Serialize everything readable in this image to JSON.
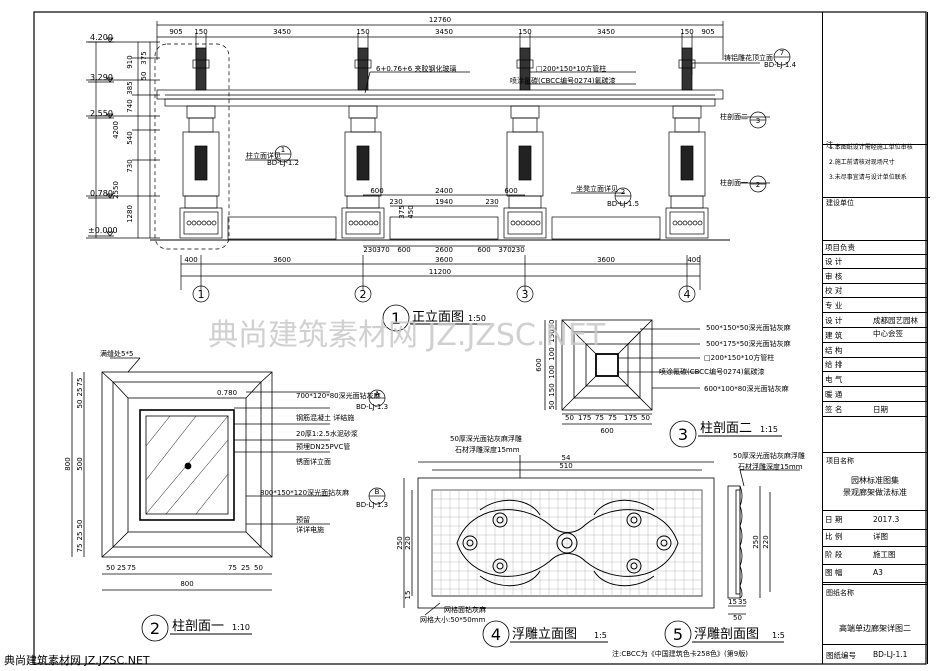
{
  "dimensions": {
    "top_total": "12760",
    "top_segments": [
      "905",
      "150",
      "3450",
      "150",
      "3450",
      "150",
      "3450",
      "150",
      "905"
    ],
    "bottom_segments": [
      "400",
      "3600",
      "3600",
      "3600",
      "400"
    ],
    "bottom_total": "11200",
    "inner_top": [
      "600",
      "2400",
      "600"
    ],
    "inner_mid": [
      "230",
      "1940",
      "230"
    ],
    "inner_bottom": [
      "230",
      "370",
      "600",
      "2600",
      "600",
      "370",
      "230"
    ],
    "left_heights": [
      "910",
      "385",
      "375",
      "50",
      "740",
      "540",
      "730",
      "1280"
    ],
    "left_total_a": "4200",
    "left_total_b": "2550",
    "left_small": [
      "375",
      "450"
    ]
  },
  "elevations": [
    "4.200",
    "3.290",
    "2.550",
    "0.780",
    "±0.000"
  ],
  "axis_labels": [
    "1",
    "2",
    "3",
    "4"
  ],
  "elevation_notes": {
    "glass": "6+0.76+6 夹胶钢化玻璃",
    "beam": "□200*150*10方管柱",
    "paint": "喷涂氟碳(CBCC编号0274)氟碳漆",
    "carve_top": "铸铝雕花顶立面",
    "section_a": "柱剖面一",
    "section_b": "柱剖面二",
    "col_detail": "柱立面详见",
    "seat_detail": "坐凳立面详见"
  },
  "callouts": {
    "c7": {
      "num": "7",
      "ref": "BD-LJ-1.4"
    },
    "c1": {
      "num": "1",
      "ref": "BD-LJ-1.2"
    },
    "c2": {
      "num": "2",
      "ref": "BD-LJ-1.5"
    },
    "c3": {
      "num": "3"
    },
    "cA": {
      "num": "A",
      "ref": "BD-LJ-1.3"
    },
    "cB": {
      "num": "B",
      "ref": "BD-LJ-1.3"
    }
  },
  "view_titles": {
    "v1": {
      "num": "1",
      "name": "正立面图",
      "scale": "1:50"
    },
    "v2": {
      "num": "2",
      "name": "柱剖面一",
      "scale": "1:10"
    },
    "v3": {
      "num": "3",
      "name": "柱剖面二",
      "scale": "1:15"
    },
    "v4": {
      "num": "4",
      "name": "浮雕立面图",
      "scale": "1:5"
    },
    "v5": {
      "num": "5",
      "name": "浮雕剖面图",
      "scale": "1:5"
    }
  },
  "section1": {
    "width": "800",
    "height": "800",
    "cap": "满缝处5*5",
    "elev": "0.780",
    "bottom_dims": [
      "50",
      "25",
      "75",
      "75",
      "25",
      "50"
    ],
    "left_dims_top": [
      "75",
      "25",
      "50"
    ],
    "left_dims_bottom": [
      "50",
      "25",
      "75"
    ],
    "side_h": "500",
    "notes": [
      "700*120*80深光面钻灰麻",
      "钢筋混凝土 详结施",
      "20厚1:2.5水泥砂浆",
      "预埋DN25PVC管",
      "锈面详立面",
      "800*150*120深光面钻灰麻",
      "预留",
      "详详电施"
    ]
  },
  "section2": {
    "notes": [
      "500*150*50深光面钻灰麻",
      "500*175*50深光面钻灰麻",
      "□200*150*10方管柱",
      "喷涂氟碳(CBCC编号0274)氟碳漆",
      "600*100*80深光面钻灰麻"
    ],
    "left_dims": [
      "600",
      "50",
      "150",
      "100",
      "100",
      "150",
      "50"
    ],
    "bottom_dims": [
      "50",
      "175",
      "75",
      "75",
      "175",
      "50"
    ],
    "total": "600"
  },
  "relief": {
    "top_a": "54",
    "top_b": "510",
    "note_a": "50厚深光面钻灰麻浮雕",
    "note_b": "石材浮雕深度15mm",
    "left_dims": [
      "250",
      "220",
      "15"
    ],
    "bottom_note_a": "网格面钻灰麻",
    "bottom_note_b": "网格大小:50*50mm",
    "footnote": "注:CBCC为《中国建筑色卡258色》(第9版)",
    "side_note_a": "50厚深光面钻灰麻浮雕",
    "side_note_b": "石材浮雕深度15mm",
    "side_dims": [
      "250",
      "220"
    ],
    "side_bottom": [
      "15",
      "35",
      "50"
    ]
  },
  "title_block": {
    "notes_head": "注",
    "notes": [
      "1.本图纸设计需经施工单位审核",
      "2.施工前请核对现场尺寸",
      "3.未尽事宜请与设计单位联系"
    ],
    "stamp_label": "建设单位",
    "rows": [
      {
        "k": "项目负责",
        "v": ""
      },
      {
        "k": "设  计",
        "v": ""
      },
      {
        "k": "审  核",
        "v": ""
      },
      {
        "k": "校  对",
        "v": ""
      },
      {
        "k": "专  业",
        "v": ""
      },
      {
        "k": "设  计",
        "v": "成都园艺园林中心会签"
      },
      {
        "k": "建  筑",
        "v": ""
      },
      {
        "k": "结  构",
        "v": ""
      },
      {
        "k": "给  排",
        "v": ""
      },
      {
        "k": "电  气",
        "v": ""
      },
      {
        "k": "暖  通",
        "v": ""
      },
      {
        "k": "签  名",
        "v": "日期"
      }
    ],
    "project_label": "项目名称",
    "project_name_1": "园林标准图集",
    "project_name_2": "景观廊架做法标准",
    "info": [
      {
        "k": "日 期",
        "v": "2017.3"
      },
      {
        "k": "比 例",
        "v": "详图"
      },
      {
        "k": "阶 段",
        "v": "施工图"
      },
      {
        "k": "图 幅",
        "v": "A3"
      }
    ],
    "drawing_label": "图纸名称",
    "drawing_name": "高端单边廊架详图二",
    "drawing_no_label": "图纸编号",
    "drawing_no": "BD-LJ-1.1"
  },
  "watermark": "典尚建筑素材网 JZ.JZSC.NET",
  "footer_watermark": "典尚建筑素材网 JZ.JZSC.NET"
}
